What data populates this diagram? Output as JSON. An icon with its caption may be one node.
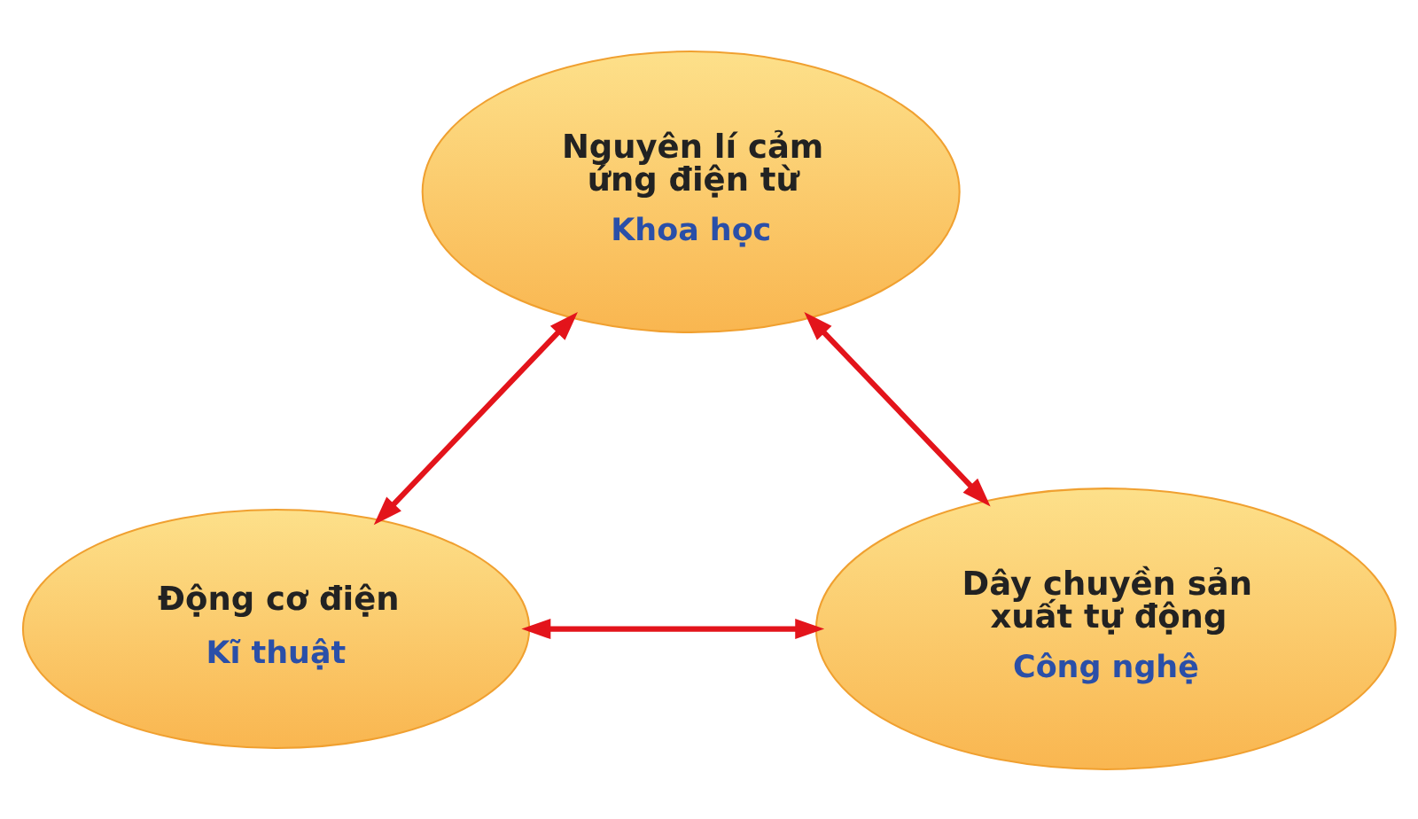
{
  "diagram": {
    "nodes": [
      {
        "text": [
          "Nguyên lí cảm ứng điện từ",
          "Khoa học"
        ]
      },
      {
        "text": [
          "Động cơ điện",
          "Kĩ thuật"
        ]
      },
      {
        "text": [
          "Dây chuyền sản xuất tự động",
          "Công nghệ"
        ]
      }
    ],
    "edges": [
      {
        "from": 0,
        "to": 1,
        "arrow": "both"
      },
      {
        "from": 0,
        "to": 2,
        "arrow": "both"
      },
      {
        "from": 1,
        "to": 2,
        "arrow": "both"
      }
    ]
  }
}
